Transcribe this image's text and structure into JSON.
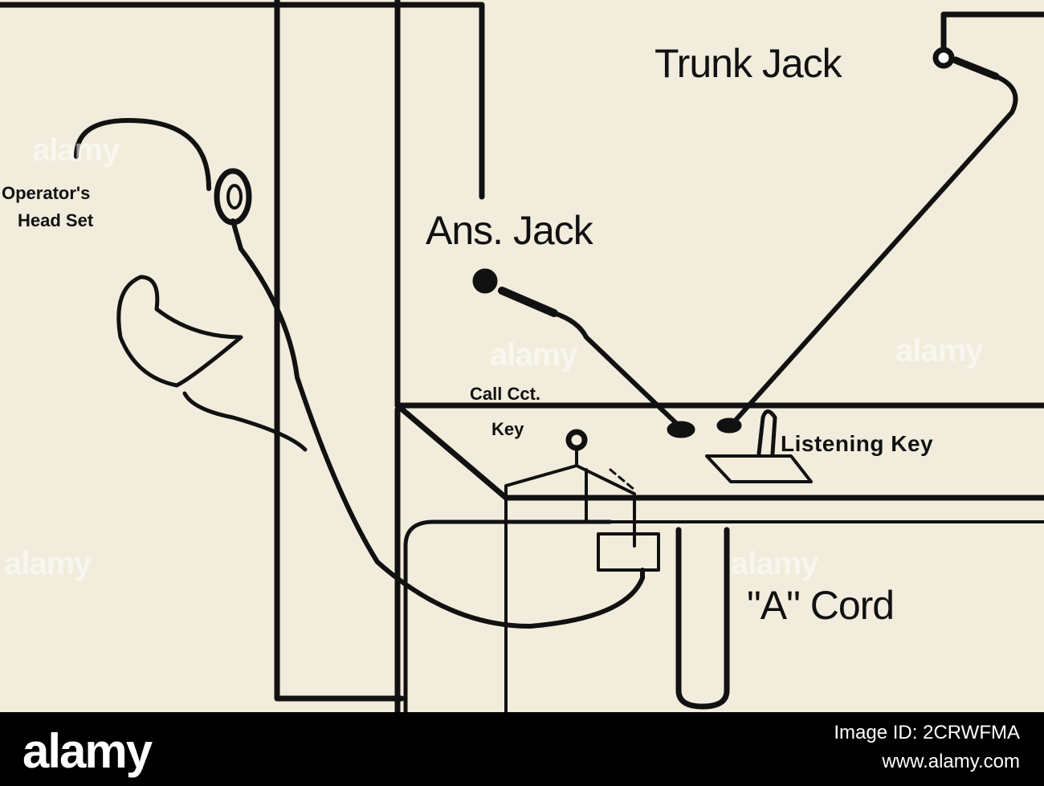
{
  "labels": {
    "trunk_jack": "Trunk Jack",
    "operators_head_set_line1": "Operator's",
    "operators_head_set_line2": "Head Set",
    "ans_jack": "Ans. Jack",
    "call_cct_key_line1": "Call Cct.",
    "call_cct_key_line2": "Key",
    "listening_key": "Listening Key",
    "a_cord": "\"A\" Cord"
  },
  "watermark": {
    "text": "alamy"
  },
  "footer": {
    "brand": "alamy",
    "image_id": "Image ID: 2CRWFMA",
    "site": "www.alamy.com"
  },
  "colors": {
    "paper": "#f1ecdc",
    "ink": "#111111",
    "footer_bg": "#000000",
    "footer_text": "#ffffff"
  }
}
